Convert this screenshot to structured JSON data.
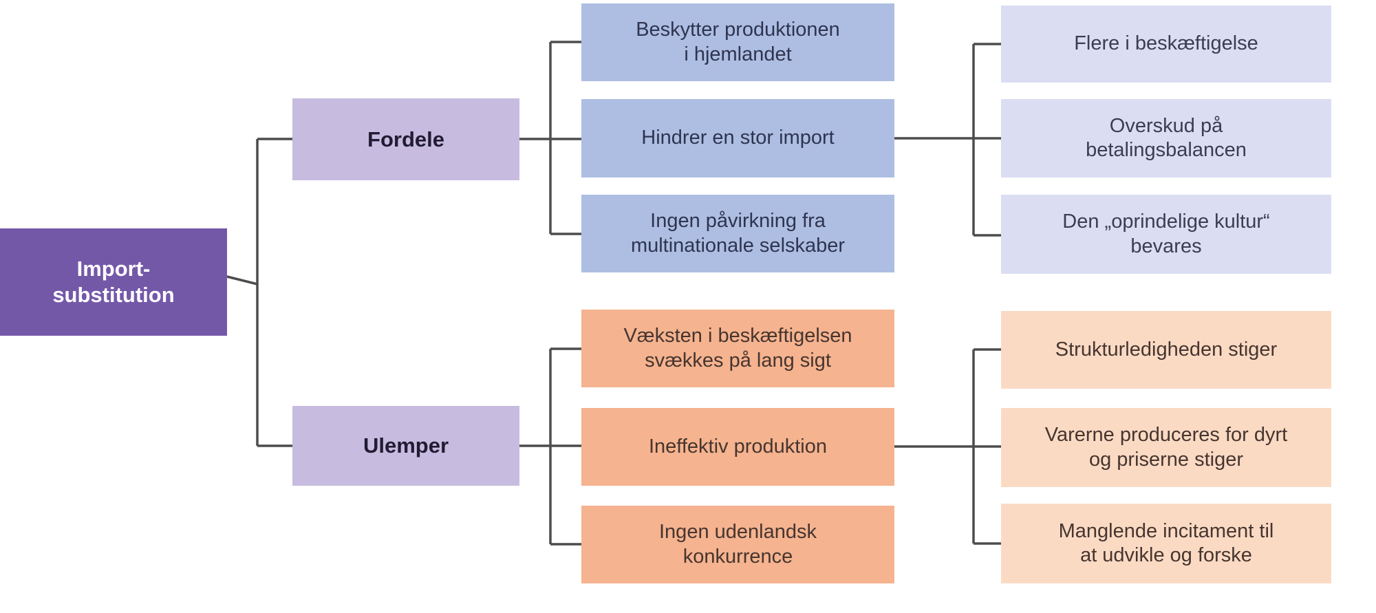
{
  "root": {
    "label": "Import-\nsubstitution"
  },
  "branches": [
    {
      "label": "Fordele",
      "items": [
        "Beskytter produktionen\ni hjemlandet",
        "Hindrer en stor import",
        "Ingen påvirkning fra\nmultinationale selskaber"
      ],
      "sub_items": [
        "Flere i beskæftigelse",
        "Overskud på\nbetalingsbalancen",
        "Den „oprindelige kultur“\nbevares"
      ]
    },
    {
      "label": "Ulemper",
      "items": [
        "Væksten i beskæftigelsen\nsvækkes på lang sigt",
        "Ineffektiv produktion",
        "Ingen udenlandsk\nkonkurrence"
      ],
      "sub_items": [
        "Strukturledigheden stiger",
        "Varerne produceres for dyrt\nog priserne stiger",
        "Manglende incitament til\nat udvikle og forske"
      ]
    }
  ],
  "colors": {
    "root_bg": "#7458A8",
    "branch_bg": "#C7BBDF",
    "advantage_bg": "#AEBEE2",
    "advantage_sub_bg": "#DBDEF2",
    "disadvantage_bg": "#F5B38F",
    "disadvantage_sub_bg": "#FBDAC4",
    "connector": "#4C4C4C"
  }
}
